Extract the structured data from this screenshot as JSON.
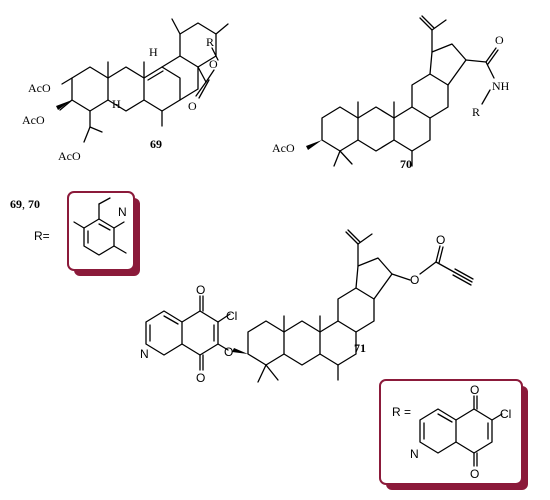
{
  "compounds": {
    "c69": {
      "label": "69",
      "r_label": "R",
      "oxygen": "O",
      "acetoxy_1": "AcO",
      "acetoxy_2": "AcO",
      "acetoxy_3": "AcO",
      "hydrogen_1": "H",
      "hydrogen_2": "H"
    },
    "c70": {
      "label": "70",
      "r_label": "R",
      "oxygen": "O",
      "amide_nh": "NH",
      "acetoxy": "AcO"
    },
    "c71": {
      "label": "71",
      "chloro": "Cl",
      "oxygen_ether": "O",
      "oxygen_ester": "O",
      "oxygen_carbonyl": "O",
      "quinone_o_top": "O",
      "quinone_o_bottom": "O",
      "nitrogen": "N"
    }
  },
  "legend_1": {
    "caption_a": "69",
    "caption_sep": ", ",
    "caption_b": "70",
    "r_equals": "R=",
    "nitrogen": "N"
  },
  "legend_2": {
    "r_equals": "R =",
    "quinone_o_top": "O",
    "quinone_o_bottom": "O",
    "chloro": "Cl",
    "nitrogen": "N"
  },
  "colors": {
    "frame": "#8b1a3a",
    "ink": "#000000",
    "background": "#ffffff"
  }
}
